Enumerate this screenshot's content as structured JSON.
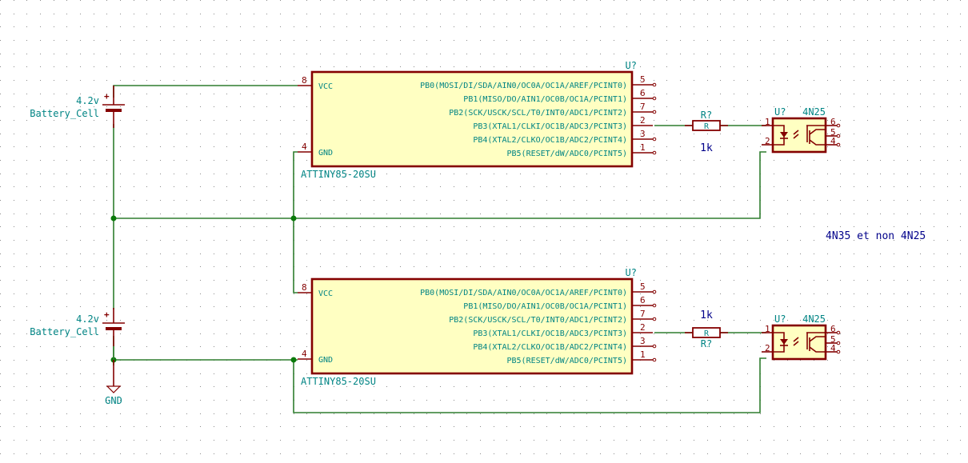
{
  "schematic": {
    "colors": {
      "wire": "#2e7d2e",
      "component": "#840000",
      "component_fill": "#ffffc2",
      "text_field": "#008484",
      "text_value_blue": "#00008a",
      "junction": "#0b7a0b",
      "background": "#ffffff",
      "grid": "#8a8a8a"
    },
    "batteries": [
      {
        "value": "4.2v",
        "name": "Battery_Cell",
        "plus": "+"
      },
      {
        "value": "4.2v",
        "name": "Battery_Cell",
        "plus": "+"
      }
    ],
    "ground": {
      "label": "GND"
    },
    "mcus": [
      {
        "ref": "U?",
        "value": "ATTINY85-20SU",
        "left_pins": [
          {
            "num": "8",
            "name": "VCC"
          },
          {
            "num": "4",
            "name": "GND"
          }
        ],
        "right_pins": [
          {
            "num": "5",
            "name": "PB0(MOSI/DI/SDA/AIN0/OC0A/OC1A/AREF/PCINT0)"
          },
          {
            "num": "6",
            "name": "PB1(MISO/DO/AIN1/OC0B/OC1A/PCINT1)"
          },
          {
            "num": "7",
            "name": "PB2(SCK/USCK/SCL/T0/INT0/ADC1/PCINT2)"
          },
          {
            "num": "2",
            "name": "PB3(XTAL1/CLKI/OC1B/ADC3/PCINT3)"
          },
          {
            "num": "3",
            "name": "PB4(XTAL2/CLKO/OC1B/ADC2/PCINT4)"
          },
          {
            "num": "1",
            "name": "PB5(RESET/dW/ADC0/PCINT5)"
          }
        ]
      },
      {
        "ref": "U?",
        "value": "ATTINY85-20SU",
        "left_pins": [
          {
            "num": "8",
            "name": "VCC"
          },
          {
            "num": "4",
            "name": "GND"
          }
        ],
        "right_pins": [
          {
            "num": "5",
            "name": "PB0(MOSI/DI/SDA/AIN0/OC0A/OC1A/AREF/PCINT0)"
          },
          {
            "num": "6",
            "name": "PB1(MISO/DO/AIN1/OC0B/OC1A/PCINT1)"
          },
          {
            "num": "7",
            "name": "PB2(SCK/USCK/SCL/T0/INT0/ADC1/PCINT2)"
          },
          {
            "num": "2",
            "name": "PB3(XTAL1/CLKI/OC1B/ADC3/PCINT3)"
          },
          {
            "num": "3",
            "name": "PB4(XTAL2/CLKO/OC1B/ADC2/PCINT4)"
          },
          {
            "num": "1",
            "name": "PB5(RESET/dW/ADC0/PCINT5)"
          }
        ]
      }
    ],
    "resistors": [
      {
        "ref": "R?",
        "body": "R",
        "value": "1k"
      },
      {
        "ref": "R?",
        "body": "R",
        "value": "1k"
      }
    ],
    "optocouplers": [
      {
        "ref": "U?",
        "value": "4N25",
        "pins": [
          "1",
          "2",
          "6",
          "5",
          "4"
        ]
      },
      {
        "ref": "U?",
        "value": "4N25",
        "pins": [
          "1",
          "2",
          "6",
          "5",
          "4"
        ]
      }
    ],
    "note": "4N35 et non 4N25"
  }
}
